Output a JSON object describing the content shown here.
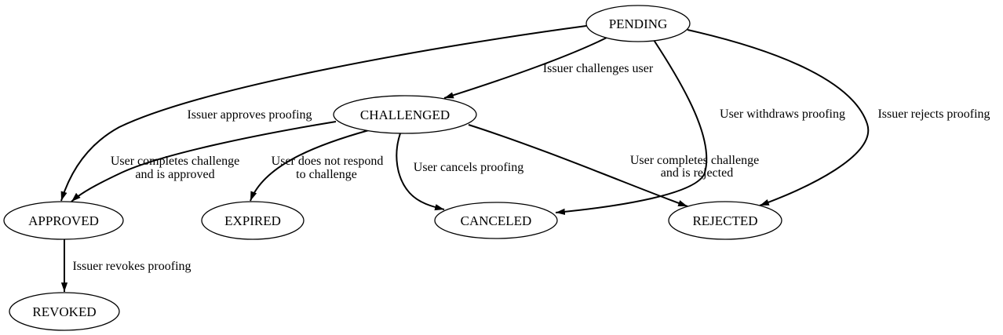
{
  "diagram": {
    "type": "state-machine",
    "colors": {
      "background": "#ffffff",
      "node_fill": "#ffffff",
      "stroke": "#000000",
      "text": "#000000"
    },
    "nodes": {
      "pending": {
        "label": "PENDING"
      },
      "challenged": {
        "label": "CHALLENGED"
      },
      "approved": {
        "label": "APPROVED"
      },
      "expired": {
        "label": "EXPIRED"
      },
      "canceled": {
        "label": "CANCELED"
      },
      "rejected": {
        "label": "REJECTED"
      },
      "revoked": {
        "label": "REVOKED"
      }
    },
    "edges": {
      "pending_to_challenged": {
        "from": "PENDING",
        "to": "CHALLENGED",
        "label": "Issuer challenges user"
      },
      "pending_to_approved": {
        "from": "PENDING",
        "to": "APPROVED",
        "label": "Issuer approves proofing"
      },
      "pending_to_canceled": {
        "from": "PENDING",
        "to": "CANCELED",
        "label": "User withdraws proofing"
      },
      "pending_to_rejected": {
        "from": "PENDING",
        "to": "REJECTED",
        "label": "Issuer rejects proofing"
      },
      "challenged_to_approved": {
        "from": "CHALLENGED",
        "to": "APPROVED",
        "label_line1": "User completes challenge",
        "label_line2": "and is approved"
      },
      "challenged_to_expired": {
        "from": "CHALLENGED",
        "to": "EXPIRED",
        "label_line1": "User does not respond",
        "label_line2": "to challenge"
      },
      "challenged_to_canceled": {
        "from": "CHALLENGED",
        "to": "CANCELED",
        "label": "User cancels proofing"
      },
      "challenged_to_rejected": {
        "from": "CHALLENGED",
        "to": "REJECTED",
        "label_line1": "User completes challenge",
        "label_line2": "and is rejected"
      },
      "approved_to_revoked": {
        "from": "APPROVED",
        "to": "REVOKED",
        "label": "Issuer revokes proofing"
      }
    }
  }
}
